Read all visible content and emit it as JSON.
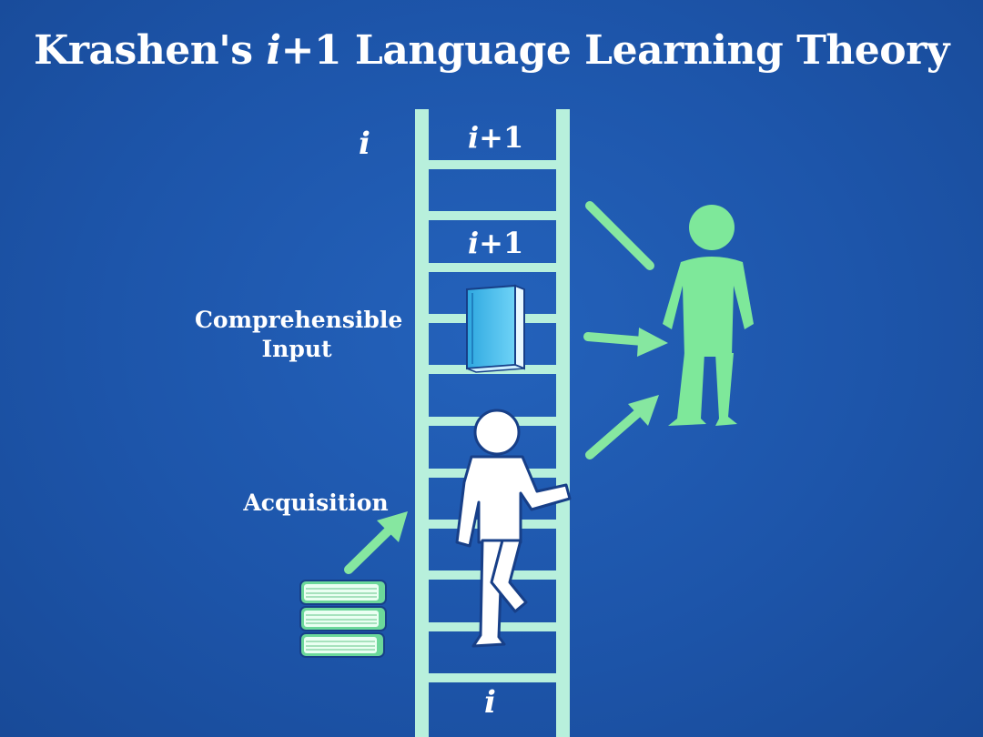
{
  "title": {
    "prefix": "Krashen's ",
    "italic": "i",
    "suffix": "+1 Language Learning Theory"
  },
  "labels": {
    "i_top": "i",
    "i_bottom": "i",
    "ip1_top": {
      "italic": "i",
      "rest": "+1"
    },
    "ip1_middle": {
      "italic": "i",
      "rest": "+1"
    },
    "comprehensible_input_line1": "Comprehensible",
    "comprehensible_input_line2": "Input",
    "acquisition": "Acquisition"
  },
  "colors": {
    "background": "#1e56ab",
    "ladder": "#b8f0dc",
    "target_figure": "#7ee89a",
    "arrows": "#86e7a0",
    "learner": "#ffffff",
    "book": "#49bff0",
    "book_stack": "#6cd89a"
  }
}
